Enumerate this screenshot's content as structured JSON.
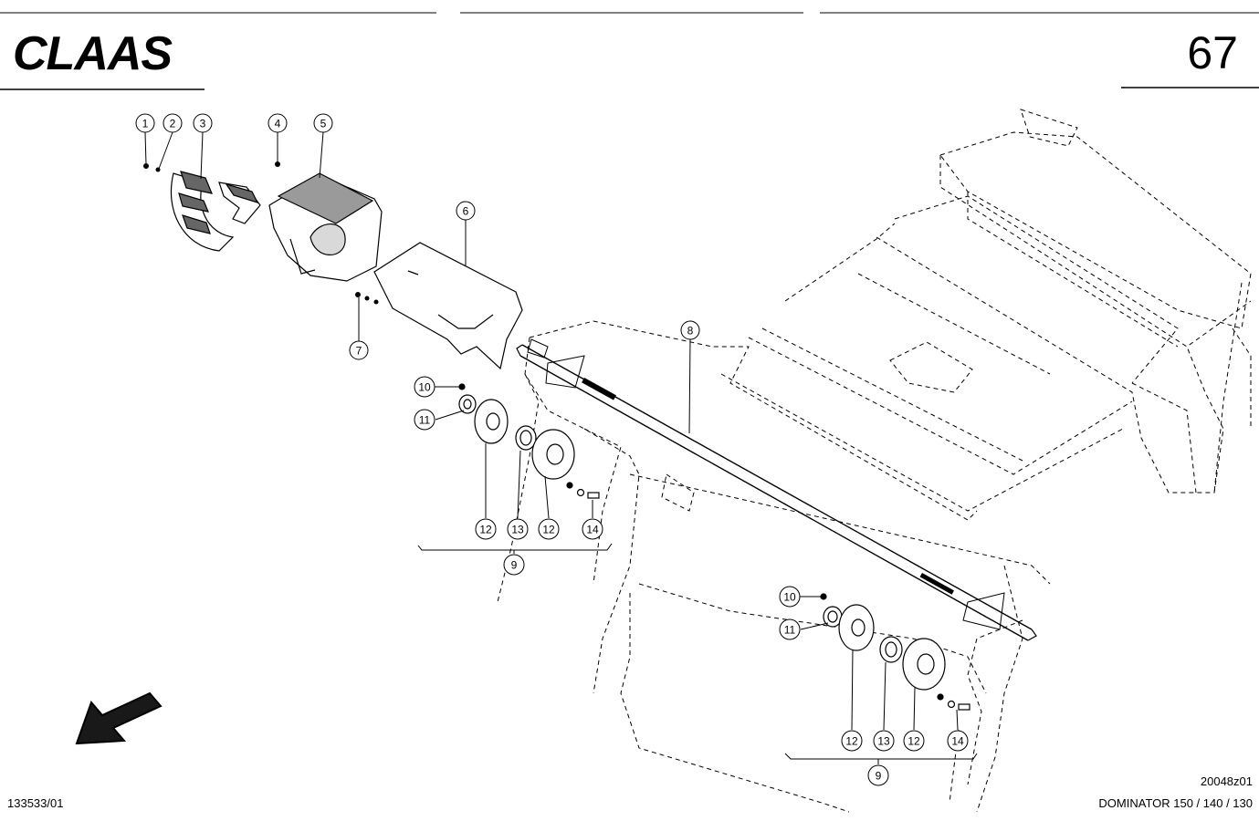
{
  "header": {
    "brand": "CLAAS",
    "page_number": "67"
  },
  "footer": {
    "doc_id": "133533/01",
    "figure_id": "20048z01",
    "model": "DOMINATOR 150 / 140 / 130"
  },
  "callouts": [
    {
      "id": "c1",
      "label": "1"
    },
    {
      "id": "c2",
      "label": "2"
    },
    {
      "id": "c3",
      "label": "3"
    },
    {
      "id": "c4",
      "label": "4"
    },
    {
      "id": "c5",
      "label": "5"
    },
    {
      "id": "c6",
      "label": "6"
    },
    {
      "id": "c7",
      "label": "7"
    },
    {
      "id": "c8",
      "label": "8"
    },
    {
      "id": "c9a",
      "label": "9"
    },
    {
      "id": "c10a",
      "label": "10"
    },
    {
      "id": "c11a",
      "label": "11"
    },
    {
      "id": "c12a",
      "label": "12"
    },
    {
      "id": "c13a",
      "label": "13"
    },
    {
      "id": "c12b",
      "label": "12"
    },
    {
      "id": "c14a",
      "label": "14"
    },
    {
      "id": "c10b",
      "label": "10"
    },
    {
      "id": "c11b",
      "label": "11"
    },
    {
      "id": "c12c",
      "label": "12"
    },
    {
      "id": "c13b",
      "label": "13"
    },
    {
      "id": "c12d",
      "label": "12"
    },
    {
      "id": "c14b",
      "label": "14"
    },
    {
      "id": "c9b",
      "label": "9"
    }
  ],
  "icons": {
    "direction_arrow": "arrow-down-left-icon"
  }
}
